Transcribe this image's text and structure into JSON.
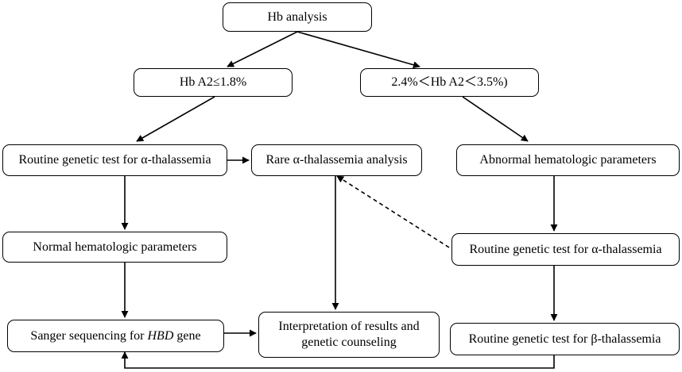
{
  "diagram": {
    "nodes": {
      "hb_analysis": "Hb analysis",
      "hba2_low": "Hb A2≤1.8%",
      "hba2_mid": "2.4%＜Hb A2＜3.5%)",
      "routine_alpha_left": "Routine genetic test for α-thalassemia",
      "rare_alpha": "Rare α-thalassemia analysis",
      "abnormal_params": "Abnormal hematologic parameters",
      "normal_params": "Normal hematologic parameters",
      "routine_alpha_right": "Routine genetic test for α-thalassemia",
      "sanger_prefix": "Sanger sequencing for ",
      "sanger_gene": "HBD",
      "sanger_suffix": " gene",
      "interpretation_line1": "Interpretation of results and",
      "interpretation_line2": "genetic counseling",
      "routine_beta": "Routine genetic test for β-thalassemia"
    },
    "colors": {
      "stroke": "#000000",
      "fill": "#ffffff",
      "text": "#000000"
    }
  }
}
